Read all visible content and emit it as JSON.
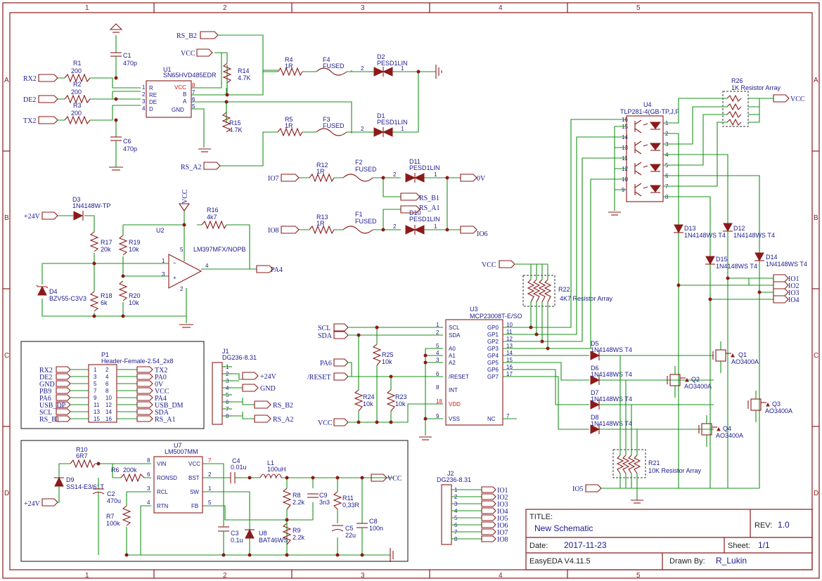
{
  "frame": {
    "cols": [
      "1",
      "2",
      "3",
      "4",
      "5"
    ],
    "rows": [
      "A",
      "B",
      "C",
      "D"
    ]
  },
  "title_block": {
    "title_label": "TITLE:",
    "title": "New Schematic",
    "rev_label": "REV:",
    "rev": "1.0",
    "date_label": "Date:",
    "date": "2017-11-23",
    "sheet_label": "Sheet:",
    "sheet": "1/1",
    "tool": "EasyEDA V4.11.5",
    "drawn_label": "Drawn By:",
    "drawn_by": "R_Lukin"
  },
  "rs485": {
    "u1_ref": "U1",
    "u1_name": "SN65HVD485EDR",
    "u1_pins": [
      "R",
      "RE",
      "DE",
      "D",
      "VCC",
      "B",
      "A",
      "GND"
    ],
    "u1_pin_nums": [
      "1",
      "2",
      "3",
      "4",
      "8",
      "7",
      "6",
      "5"
    ],
    "r1": "R1",
    "r1v": "200",
    "r2": "R2",
    "r2v": "200",
    "r3": "R3",
    "r3v": "200",
    "c1": "C1",
    "c1v": "470p",
    "c6": "C6",
    "c6v": "470p",
    "r14": "R14",
    "r14v": "4.7K",
    "r15": "R15",
    "r15v": "4.7K",
    "r4": "R4",
    "r4v": "1R",
    "f4": "F4",
    "f4v": "FUSED",
    "r5": "R5",
    "r5v": "1R",
    "f3": "F3",
    "f3v": "FUSED",
    "d2": "D2",
    "d2v": "PESD1LIN",
    "d1": "D1",
    "d1v": "PESD1LIN",
    "n_rx2": "RX2",
    "n_de2": "DE2",
    "n_tx2": "TX2",
    "n_rsb2": "RS_B2",
    "n_rsa2": "RS_A2",
    "n_vcc": "VCC",
    "pin2": "2",
    "pin1": "1"
  },
  "io_inputs": {
    "r12": "R12",
    "r12v": "1R",
    "f2": "F2",
    "f2v": "FUSED",
    "d11": "D11",
    "d11v": "PESD1LIN",
    "r13": "R13",
    "r13v": "1R",
    "f1": "F1",
    "f1v": "FUSED",
    "d10": "D10",
    "d10v": "PESD1LIN",
    "n_io7": "IO7",
    "n_io8": "IO8",
    "n_0v": "0V",
    "n_io6": "IO6",
    "n_rsb1": "RS_B1",
    "n_rsa1": "RS_A1"
  },
  "comparator": {
    "d3": "D3",
    "d3v": "1N4148W-TP",
    "n_24v": "+24V",
    "n_vcc": "VCC",
    "r16": "R16",
    "r16v": "4k7",
    "u2": "U2",
    "u2v": "LM397MFX/NOPB",
    "r17": "R17",
    "r17v": "20k",
    "r19": "R19",
    "r19v": "10k",
    "r18": "R18",
    "r18v": "6k",
    "r20": "R20",
    "r20v": "10k",
    "d4": "D4",
    "d4v": "BZV55-C3V3",
    "n_pa4": "PA4",
    "p5": "5",
    "p4": "4",
    "p1": "1",
    "p3": "3",
    "p2": "2",
    "minus": "−",
    "plus": "+"
  },
  "p1": {
    "ref": "P1",
    "name": "Header-Female-2.54_2x8",
    "left": [
      "RX2",
      "DE2",
      "GND",
      "PB9",
      "PA6",
      "USB_DP",
      "SCL",
      "RS_B1"
    ],
    "right": [
      "TX2",
      "PA0",
      "0V",
      "VCC",
      "PA4",
      "USB_DM",
      "SDA",
      "RS_A1"
    ],
    "nums_l": [
      "1",
      "3",
      "5",
      "7",
      "9",
      "11",
      "13",
      "15"
    ],
    "nums_r": [
      "2",
      "4",
      "6",
      "8",
      "10",
      "12",
      "14",
      "16"
    ]
  },
  "j1": {
    "ref": "J1",
    "name": "DG236-8.31",
    "nums": [
      "1",
      "2",
      "3",
      "4",
      "5",
      "6",
      "7",
      "8"
    ],
    "nets": [
      "+24V",
      "GND",
      "RS_B2",
      "RS_A2"
    ]
  },
  "j2": {
    "ref": "J2",
    "name": "DG236-8.31",
    "nums": [
      "1",
      "2",
      "3",
      "4",
      "5",
      "6",
      "7",
      "8"
    ],
    "nets": [
      "IO1",
      "IO2",
      "IO3",
      "IO4",
      "IO5",
      "IO6",
      "IO7",
      "IO8"
    ]
  },
  "regulator": {
    "u7": "U7",
    "u7v": "LM5007MM",
    "pins_l": [
      "VIN",
      "RONSD",
      "RCL",
      "RTN"
    ],
    "pins_l_n": [
      "8",
      "6",
      "3",
      "4"
    ],
    "pins_r": [
      "VCC",
      "BST",
      "SW",
      "FB"
    ],
    "pins_r_n": [
      "7",
      "2",
      "1",
      "5"
    ],
    "r10": "R10",
    "r10v": "6R7",
    "r6": "R6",
    "r6v": "200k",
    "r7": "R7",
    "r7v": "100k",
    "c2": "C2",
    "c2v": "470u",
    "d9": "D9",
    "d9v": "SS14-E3/61T",
    "c4": "C4",
    "c4v": "0.01u",
    "c3": "C3",
    "c3v": "0.1u",
    "l1": "L1",
    "l1v": "100uH",
    "u8": "U8",
    "u8v": "BAT46WS",
    "r8": "R8",
    "r8v": "2.2k",
    "r9": "R9",
    "r9v": "2.2k",
    "c9": "C9",
    "c9v": "3n3",
    "r11": "R11",
    "r11v": "0,33R",
    "c5": "C5",
    "c5v": "22u",
    "c8": "C8",
    "c8v": "100n",
    "n_24v": "+24V",
    "n_vcc": "VCC"
  },
  "expander": {
    "u3": "U3",
    "u3v": "MCP23008T-E/SO",
    "pins_l": [
      "SCL",
      "SDA",
      "A0",
      "A1",
      "A2",
      "/RESET",
      "INT",
      "VDD",
      "VSS"
    ],
    "pins_l_n": [
      "1",
      "2",
      "5",
      "4",
      "3",
      "6",
      "8",
      "18",
      "9"
    ],
    "pins_r": [
      "GP0",
      "GP1",
      "GP2",
      "GP3",
      "GP4",
      "GP5",
      "GP6",
      "GP7",
      "NC"
    ],
    "pins_r_n": [
      "10",
      "11",
      "12",
      "13",
      "14",
      "15",
      "16",
      "17",
      "7"
    ],
    "r25": "R25",
    "r25v": "10k",
    "r24": "R24",
    "r24v": "10k",
    "r23": "R23",
    "r23v": "10k",
    "n_scl": "SCL",
    "n_sda": "SDA",
    "n_pa6": "PA6",
    "n_reset": "/RESET",
    "n_vcc": "VCC",
    "r22": "R22",
    "r22v": "4K7 Resistor Array"
  },
  "optos": {
    "u4": "U4",
    "u4v": "TLP281-4(GB-TP,J,F",
    "r26": "R26",
    "r26v": "1K Resistor Array",
    "n_vcc": "VCC",
    "pins_l": [
      "16",
      "15",
      "14",
      "13",
      "11",
      "12",
      "10",
      "9"
    ],
    "pins_r": [
      "1",
      "2",
      "3",
      "4",
      "5",
      "6",
      "7",
      "8"
    ],
    "d12": "D12",
    "d13": "D13",
    "d14": "D14",
    "d15": "D15",
    "dv": "1N4148WS T4",
    "n_io": [
      "IO1",
      "IO2",
      "IO3",
      "IO4"
    ]
  },
  "outputs": {
    "d5": "D5",
    "d6": "D6",
    "d7": "D7",
    "d8": "D8",
    "dv": "1N4148WS T4",
    "q1": "Q1",
    "q2": "Q2",
    "q3": "Q3",
    "q4": "Q4",
    "qv": "AO3400A",
    "r21": "R21",
    "r21v": "10K Resistor Array",
    "n_io5": "IO5"
  }
}
